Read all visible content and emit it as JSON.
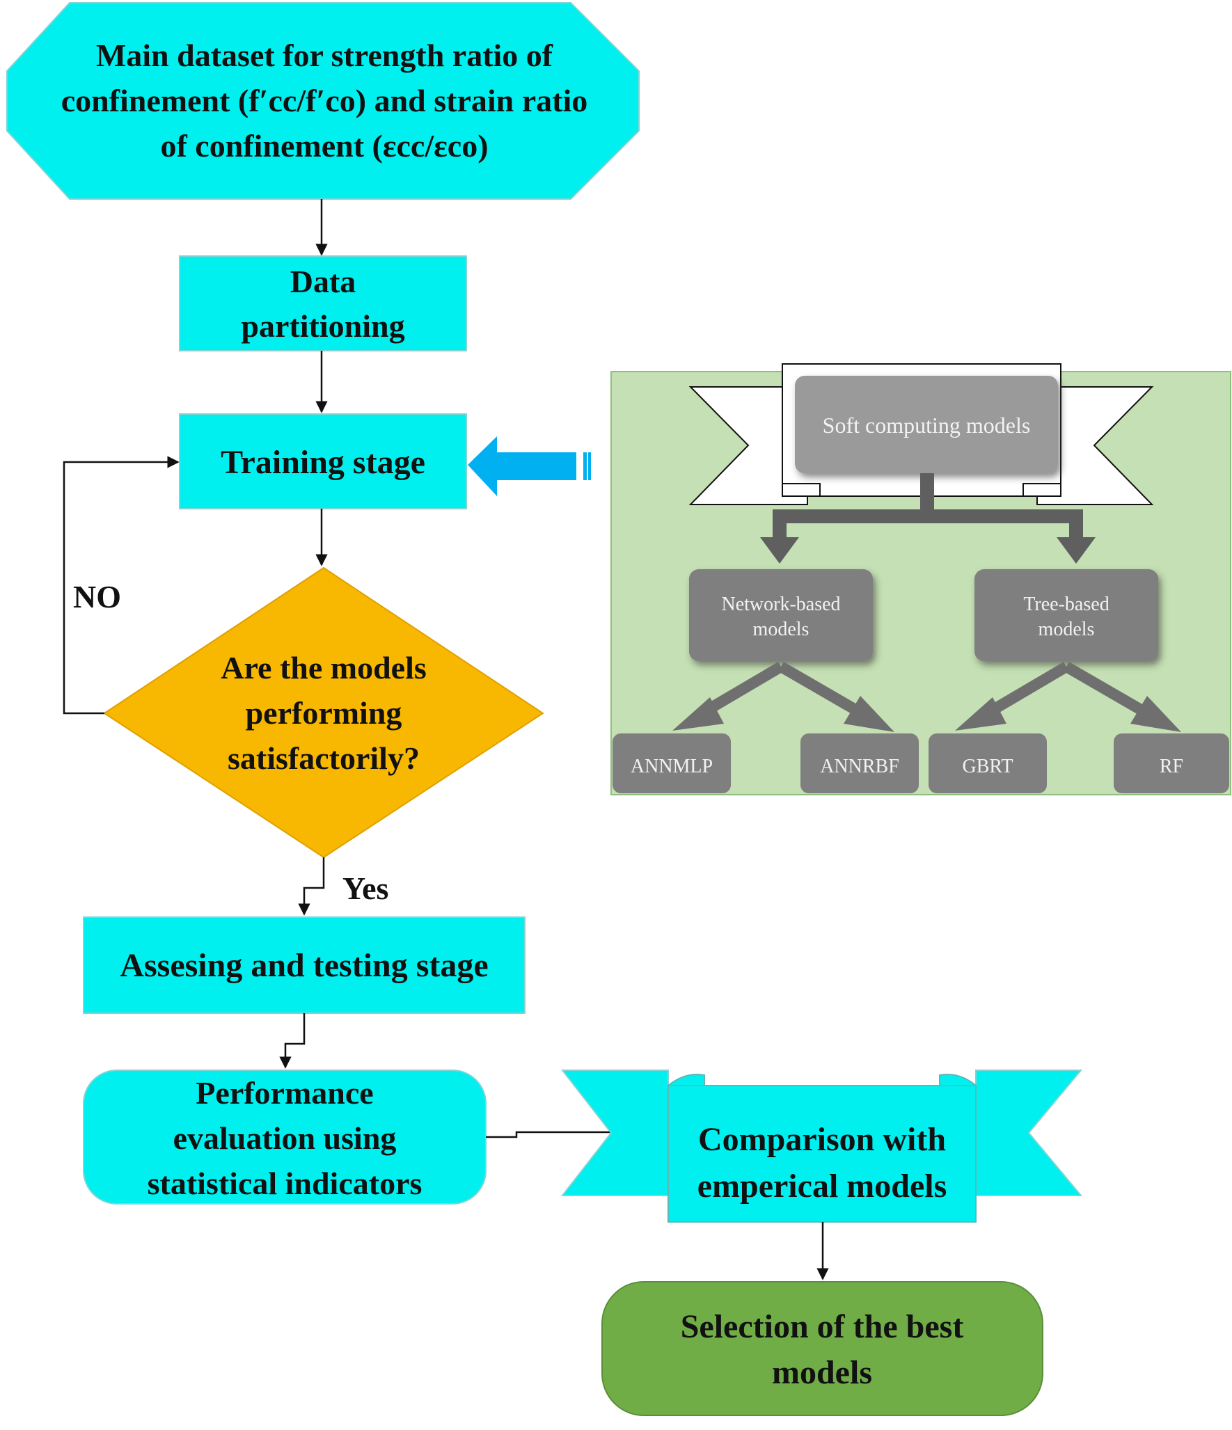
{
  "colors": {
    "process_fill": "#00f0f0",
    "decision_fill": "#f8b700",
    "final_fill": "#70ad47",
    "inset_bg": "#c5e0b4",
    "inset_box": "#7f7f7f",
    "no_label": "#70ad47",
    "yes_label": "#e00000",
    "side_arrow": "#00b0f0"
  },
  "nodes": {
    "main_dataset": {
      "line1": "Main dataset for strength ratio of",
      "line2": "confinement (f′cc/f′co) and strain ratio",
      "line3": "of confinement (εcc/εco)"
    },
    "data_partitioning": {
      "line1": "Data",
      "line2": "partitioning"
    },
    "training_stage": {
      "label": "Training stage"
    },
    "decision": {
      "line1": "Are the models",
      "line2": "performing",
      "line3": "satisfactorily?"
    },
    "assessing": {
      "label": "Assesing and testing stage"
    },
    "performance": {
      "line1": "Performance",
      "line2": "evaluation using",
      "line3": "statistical indicators"
    },
    "comparison": {
      "line1": "Comparison with",
      "line2": "emperical models"
    },
    "selection": {
      "line1": "Selection of the best",
      "line2": "models"
    }
  },
  "edge_labels": {
    "no": "NO",
    "yes": "Yes"
  },
  "inset": {
    "root": "Soft computing models",
    "network": {
      "line1": "Network-based",
      "line2": "models"
    },
    "tree": {
      "line1": "Tree-based",
      "line2": "models"
    },
    "leaves": [
      "ANNMLP",
      "ANNRBF",
      "GBRT",
      "RF"
    ]
  }
}
